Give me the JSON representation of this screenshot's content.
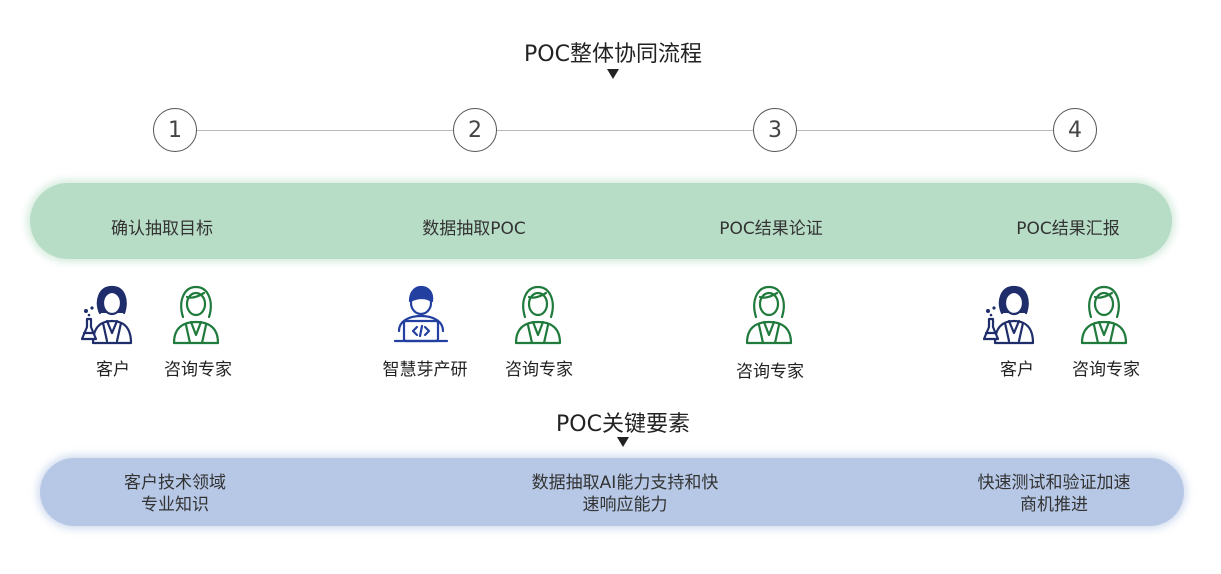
{
  "flow_title": "POC整体协同流程",
  "steps": [
    {
      "number": "1",
      "stage": "确认抽取目标",
      "roles": [
        "客户",
        "咨询专家"
      ]
    },
    {
      "number": "2",
      "stage": "数据抽取POC",
      "roles": [
        "智慧芽产研",
        "咨询专家"
      ]
    },
    {
      "number": "3",
      "stage": "POC结果论证",
      "roles": [
        "咨询专家"
      ]
    },
    {
      "number": "4",
      "stage": "POC结果汇报",
      "roles": [
        "客户",
        "咨询专家"
      ]
    }
  ],
  "key_title": "POC关键要素",
  "key_factors": [
    {
      "line1": "客户技术领域",
      "line2": "专业知识"
    },
    {
      "line1": "数据抽取AI能力支持和快",
      "line2": "速响应能力"
    },
    {
      "line1": "快速测试和验证加速",
      "line2": "商机推进"
    }
  ],
  "colors": {
    "stage_band": "#b8ddc6",
    "factor_band": "#b6c8e6",
    "client_icon": "#1f2d6b",
    "consultant_icon": "#1f7a3c",
    "engineer_icon": "#2340a0"
  },
  "icons": {
    "client": "scientist-woman-icon",
    "consultant": "businesswoman-icon",
    "engineer": "developer-laptop-icon"
  }
}
